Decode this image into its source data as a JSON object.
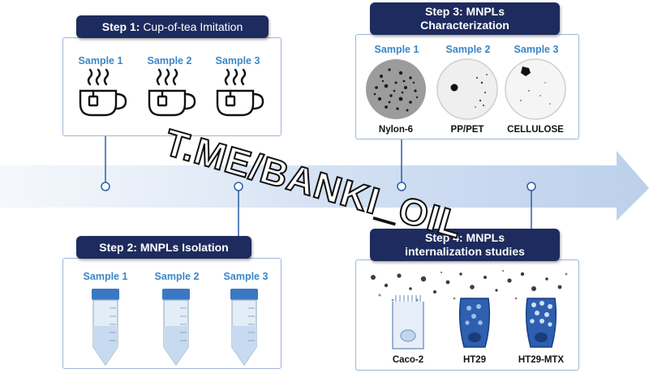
{
  "step1": {
    "prefix": "Step 1:",
    "title": "Cup-of-tea Imitation",
    "samples": [
      "Sample 1",
      "Sample 2",
      "Sample 3"
    ]
  },
  "step2": {
    "title": "Step 2: MNPLs Isolation",
    "samples": [
      "Sample 1",
      "Sample 2",
      "Sample 3"
    ]
  },
  "step3": {
    "title_line1": "Step 3: MNPLs",
    "title_line2": "Characterization",
    "samples": [
      "Sample 1",
      "Sample 2",
      "Sample 3"
    ],
    "materials": [
      "Nylon-6",
      "PP/PET",
      "CELLULOSE"
    ]
  },
  "step4": {
    "title_line1": "Step 4: MNPLs",
    "title_line2": "internalization studies",
    "cell_lines": [
      "Caco-2",
      "HT29",
      "HT29-MTX"
    ]
  },
  "watermark": "T.ME/BANKI_OIL",
  "colors": {
    "header_bg": "#1e2b5e",
    "sample_label": "#3a86c8",
    "arrow": "#c9d9ef",
    "panel_border": "#9fb5d8",
    "connector": "#2a5fa8"
  }
}
